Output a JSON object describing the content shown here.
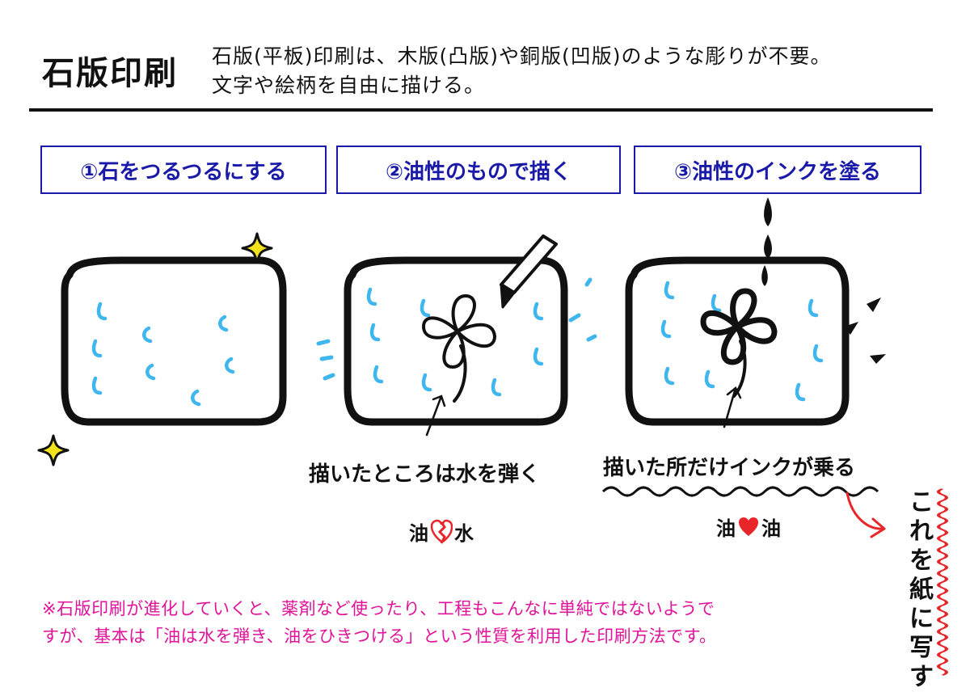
{
  "header": {
    "title": "石版印刷",
    "intro_line1": "石版(平板)印刷は、木版(凸版)や銅版(凹版)のような彫りが不要。",
    "intro_line2": "文字や絵柄を自由に描ける。"
  },
  "steps": [
    {
      "label": "①石をつるつるにする"
    },
    {
      "label": "②油性のもので描く"
    },
    {
      "label": "③油性のインクを塗る"
    }
  ],
  "captions": {
    "step2": "描いたところは水を弾く",
    "step3": "描いた所だけインクが乗る"
  },
  "relations": {
    "left": {
      "a": "油",
      "b": "水",
      "symbol": "broken-heart-icon"
    },
    "right": {
      "a": "油",
      "b": "油",
      "symbol": "heart-icon"
    }
  },
  "vertical_note": [
    "こ",
    "れ",
    "を",
    "紙",
    "に",
    "写",
    "す"
  ],
  "footnote": {
    "line1": "※石版印刷が進化していくと、薬剤など使ったり、工程もこんなに単純ではないようで",
    "line2": "すが、基本は「油は水を弾き、油をひきつける」という性質を利用した印刷方法です。"
  },
  "colors": {
    "step_border": "#1a1aa8",
    "water": "#3fb6ee",
    "ink": "#111111",
    "accent_red": "#e8262a",
    "note_pink": "#e0139a",
    "sparkle": "#f5e21b"
  }
}
